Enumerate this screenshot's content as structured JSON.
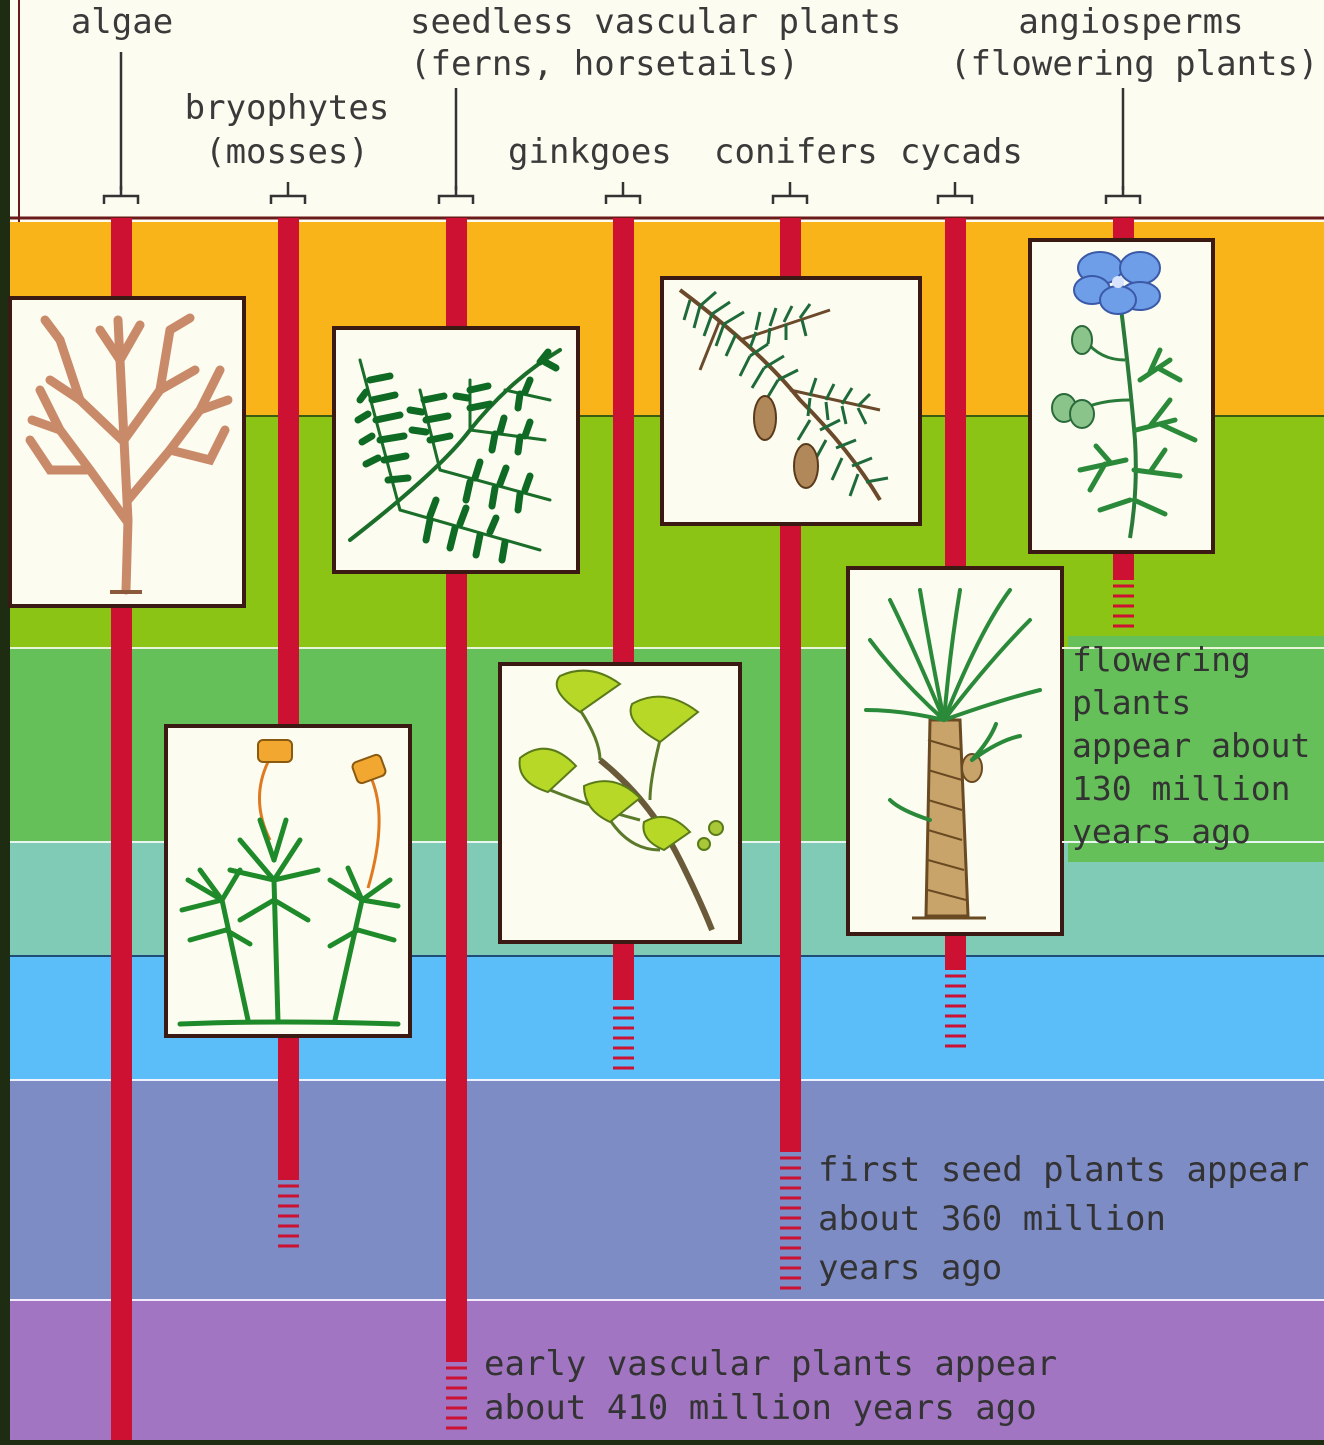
{
  "labels": {
    "algae": "algae",
    "bryophytes_1": "bryophytes",
    "bryophytes_2": "(mosses)",
    "seedless_1": "seedless vascular plants",
    "seedless_2": "(ferns, horsetails)",
    "ginkgoes": "ginkgoes",
    "conifers": "conifers",
    "cycads": "cycads",
    "angiosperms_1": "angiosperms",
    "angiosperms_2": "(flowering plants)"
  },
  "notes": {
    "flowering": "flowering\nplants\nappear about\n130 million\nyears ago",
    "seed": "first seed plants appear\nabout 360 million\nyears ago",
    "vascular": "early vascular plants appear\nabout 410 million years ago"
  },
  "colors": {
    "background": "#fcfcf0",
    "band_orange": "#f8b418",
    "band_lime": "#8cc416",
    "band_green": "#66c05a",
    "band_teal": "#7fcbb6",
    "band_sky": "#5cbef8",
    "band_slate": "#7e8cc6",
    "band_purple": "#a275c2",
    "lineage_red": "#cc1133",
    "frame_border": "#3a1a12"
  }
}
